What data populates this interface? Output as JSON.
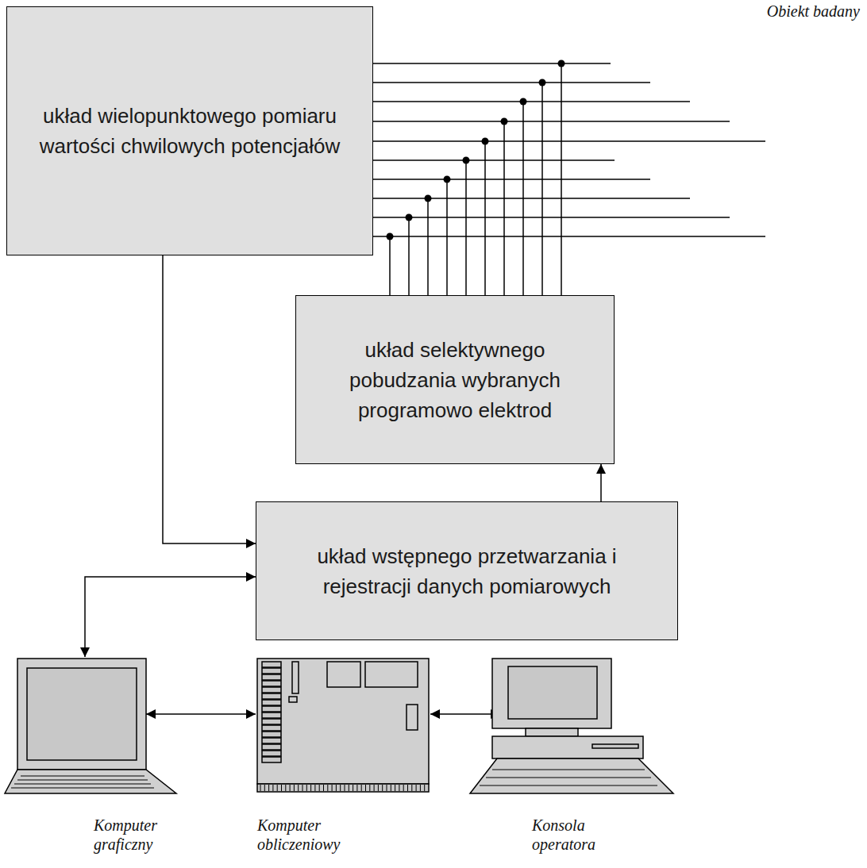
{
  "diagram": {
    "nodes": [
      {
        "text": [
          "układ wielopunktowego pomiaru wartości chwilowych potencjałów"
        ]
      },
      {
        "text": [
          "układ selektywnego pobudzania wybranych programowo elektrod"
        ]
      },
      {
        "text": [
          "układ wstępnego przetwarzania i rejestracji danych pomiarowych"
        ]
      },
      {
        "text": [
          "Obiekt badany"
        ]
      },
      {
        "text": [
          "Komputer graficzny"
        ]
      },
      {
        "text": [
          "Komputer obliczeniowy"
        ]
      },
      {
        "text": [
          "Konsola operatora"
        ]
      }
    ],
    "edges": [
      {
        "from": 0,
        "to": 3,
        "arrow": "none"
      },
      {
        "from": 1,
        "to": 3,
        "arrow": "none"
      },
      {
        "from": 0,
        "to": 2,
        "arrow": "to"
      },
      {
        "from": 2,
        "to": 1,
        "arrow": "to"
      },
      {
        "from": 4,
        "to": 2,
        "arrow": "both"
      },
      {
        "from": 4,
        "to": 5,
        "arrow": "both"
      },
      {
        "from": 5,
        "to": 6,
        "arrow": "both"
      }
    ]
  }
}
